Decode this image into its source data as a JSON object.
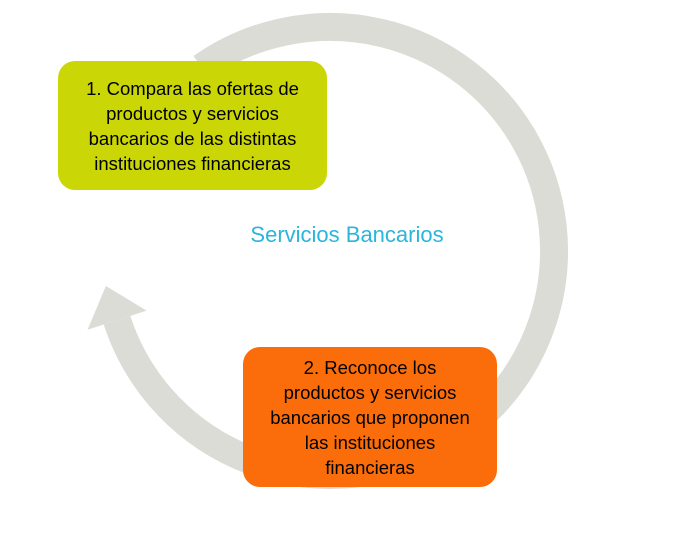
{
  "title": {
    "text": "Servicios Bancarios",
    "color": "#2ab5dc"
  },
  "steps": [
    {
      "text": "1. Compara las ofertas de productos y servicios bancarios de las distintas instituciones financieras",
      "lines": [
        "1. Compara las ofertas de",
        "productos y servicios",
        "bancarios de las distintas",
        "instituciones financieras"
      ],
      "color": "#cbd607",
      "text_color": "#000000"
    },
    {
      "text": "2. Reconoce los productos y servicios bancarios que proponen las instituciones financieras",
      "lines": [
        "2. Reconoce los",
        "productos y servicios",
        "bancarios que proponen",
        "las instituciones",
        "financieras"
      ],
      "color": "#fb6c0a",
      "text_color": "#000000"
    }
  ],
  "cycle_arrow": {
    "color": "#dcdcd6",
    "direction": "clockwise"
  }
}
